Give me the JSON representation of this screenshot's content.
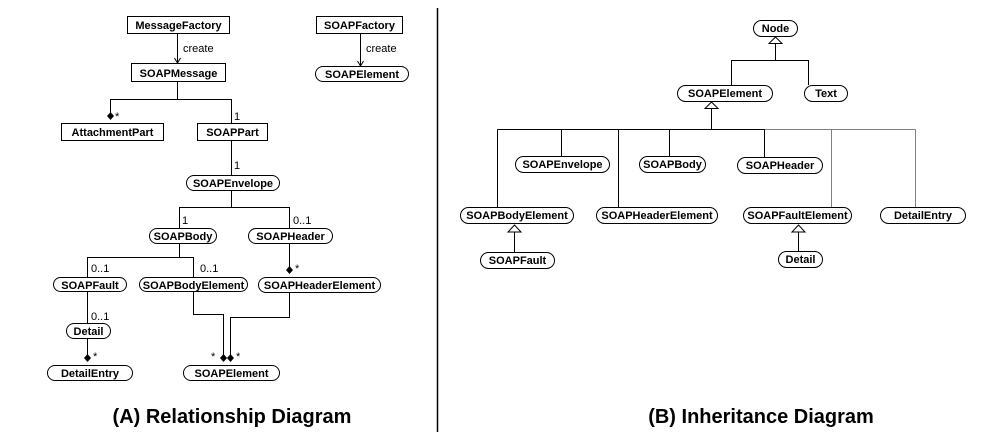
{
  "colors": {
    "line": "#000000",
    "gray_line": "#808080",
    "background": "#ffffff"
  },
  "relationship_diagram": {
    "caption": "(A) Relationship Diagram",
    "nodes": [
      {
        "id": "MessageFactory",
        "label": "MessageFactory",
        "kind": "class"
      },
      {
        "id": "SOAPMessage",
        "label": "SOAPMessage",
        "kind": "class"
      },
      {
        "id": "AttachmentPart",
        "label": "AttachmentPart",
        "kind": "class"
      },
      {
        "id": "SOAPPart",
        "label": "SOAPPart",
        "kind": "class"
      },
      {
        "id": "SOAPEnvelope",
        "label": "SOAPEnvelope",
        "kind": "interface"
      },
      {
        "id": "SOAPBody",
        "label": "SOAPBody",
        "kind": "interface"
      },
      {
        "id": "SOAPHeader",
        "label": "SOAPHeader",
        "kind": "interface"
      },
      {
        "id": "SOAPFault",
        "label": "SOAPFault",
        "kind": "interface"
      },
      {
        "id": "SOAPBodyElement",
        "label": "SOAPBodyElement",
        "kind": "interface"
      },
      {
        "id": "SOAPHeaderElement",
        "label": "SOAPHeaderElement",
        "kind": "interface"
      },
      {
        "id": "Detail",
        "label": "Detail",
        "kind": "interface"
      },
      {
        "id": "DetailEntry",
        "label": "DetailEntry",
        "kind": "interface"
      },
      {
        "id": "SOAPElementA",
        "label": "SOAPElement",
        "kind": "interface"
      },
      {
        "id": "SOAPFactory",
        "label": "SOAPFactory",
        "kind": "class"
      },
      {
        "id": "SOAPElementTop",
        "label": "SOAPElement",
        "kind": "interface"
      }
    ],
    "relations": [
      {
        "from": "MessageFactory",
        "to": "SOAPMessage",
        "type": "create",
        "label": "create"
      },
      {
        "from": "SOAPMessage",
        "to": "AttachmentPart",
        "type": "composition",
        "multiplicity": "*"
      },
      {
        "from": "SOAPMessage",
        "to": "SOAPPart",
        "type": "association",
        "multiplicity": "1"
      },
      {
        "from": "SOAPPart",
        "to": "SOAPEnvelope",
        "type": "association",
        "multiplicity": "1"
      },
      {
        "from": "SOAPEnvelope",
        "to": "SOAPBody",
        "type": "association",
        "multiplicity": "1"
      },
      {
        "from": "SOAPEnvelope",
        "to": "SOAPHeader",
        "type": "association",
        "multiplicity": "0..1"
      },
      {
        "from": "SOAPBody",
        "to": "SOAPFault",
        "type": "association",
        "multiplicity": "0..1"
      },
      {
        "from": "SOAPBody",
        "to": "SOAPBodyElement",
        "type": "association",
        "multiplicity": "0..1"
      },
      {
        "from": "SOAPHeader",
        "to": "SOAPHeaderElement",
        "type": "composition",
        "multiplicity": "*"
      },
      {
        "from": "SOAPFault",
        "to": "Detail",
        "type": "association",
        "multiplicity": "0..1"
      },
      {
        "from": "Detail",
        "to": "DetailEntry",
        "type": "composition",
        "multiplicity": "*"
      },
      {
        "from": "SOAPBodyElement",
        "to": "SOAPElementA",
        "type": "composition",
        "multiplicity": "*"
      },
      {
        "from": "SOAPHeaderElement",
        "to": "SOAPElementA",
        "type": "composition",
        "multiplicity": "*"
      },
      {
        "from": "SOAPFactory",
        "to": "SOAPElementTop",
        "type": "create",
        "label": "create"
      }
    ]
  },
  "inheritance_diagram": {
    "caption": "(B) Inheritance Diagram",
    "nodes": [
      {
        "id": "Node",
        "label": "Node"
      },
      {
        "id": "SOAPElement",
        "label": "SOAPElement"
      },
      {
        "id": "Text",
        "label": "Text"
      },
      {
        "id": "SOAPEnvelope",
        "label": "SOAPEnvelope"
      },
      {
        "id": "SOAPBody",
        "label": "SOAPBody"
      },
      {
        "id": "SOAPHeader",
        "label": "SOAPHeader"
      },
      {
        "id": "SOAPBodyElement",
        "label": "SOAPBodyElement"
      },
      {
        "id": "SOAPHeaderElement",
        "label": "SOAPHeaderElement"
      },
      {
        "id": "SOAPFaultElement",
        "label": "SOAPFaultElement"
      },
      {
        "id": "DetailEntry",
        "label": "DetailEntry"
      },
      {
        "id": "SOAPFault",
        "label": "SOAPFault"
      },
      {
        "id": "Detail",
        "label": "Detail"
      }
    ],
    "generalizations": [
      {
        "child": "SOAPElement",
        "parent": "Node"
      },
      {
        "child": "Text",
        "parent": "Node"
      },
      {
        "child": "SOAPEnvelope",
        "parent": "SOAPElement"
      },
      {
        "child": "SOAPBody",
        "parent": "SOAPElement"
      },
      {
        "child": "SOAPHeader",
        "parent": "SOAPElement"
      },
      {
        "child": "SOAPBodyElement",
        "parent": "SOAPElement"
      },
      {
        "child": "SOAPHeaderElement",
        "parent": "SOAPElement"
      },
      {
        "child": "SOAPFaultElement",
        "parent": "SOAPElement",
        "style": "gray"
      },
      {
        "child": "DetailEntry",
        "parent": "SOAPElement",
        "style": "gray"
      },
      {
        "child": "SOAPFault",
        "parent": "SOAPBodyElement"
      },
      {
        "child": "Detail",
        "parent": "SOAPFaultElement"
      }
    ]
  }
}
